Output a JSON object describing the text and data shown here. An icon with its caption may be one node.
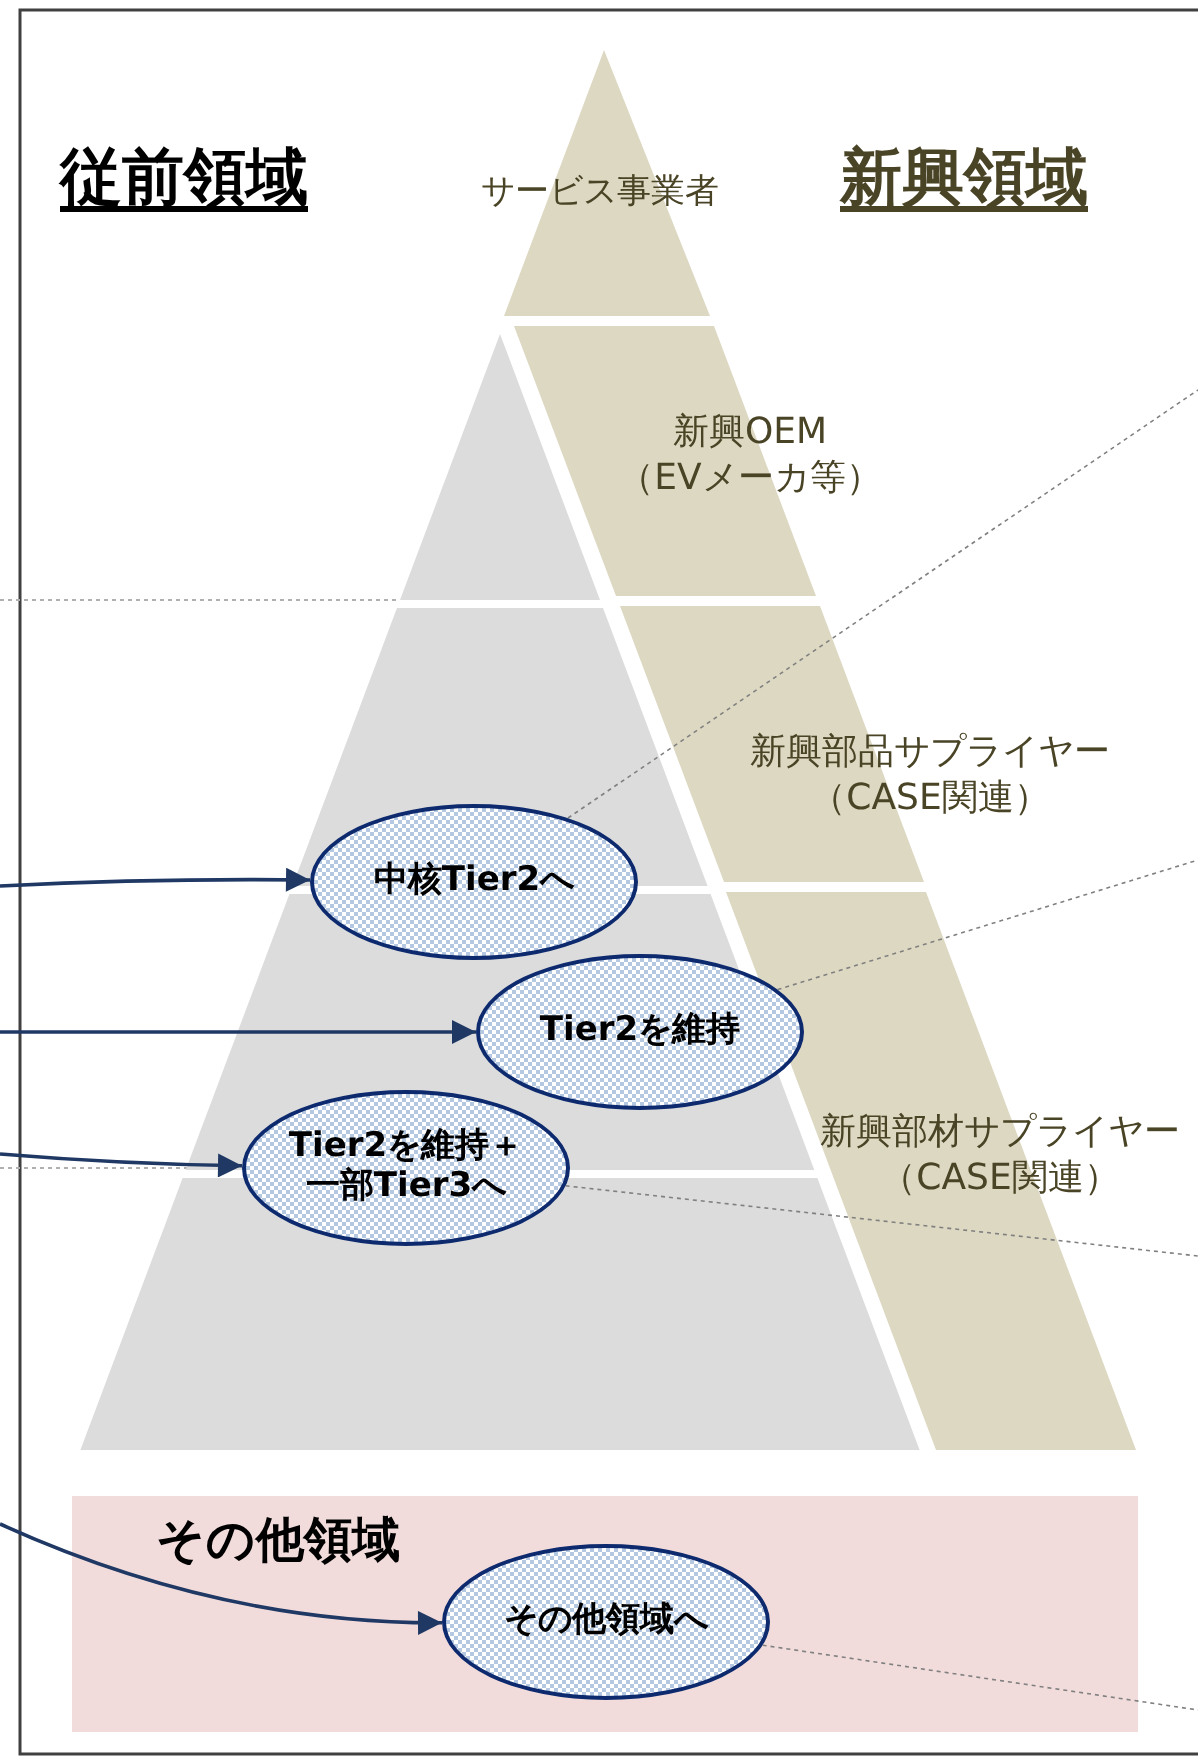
{
  "diagram": {
    "nodes": [
      {
        "text": [
          "サービス事業者"
        ]
      },
      {
        "text": [
          "新興OEM（EVメーカ等）"
        ]
      },
      {
        "text": [
          "新興部品サプライヤー（CASE関連）"
        ]
      },
      {
        "text": [
          "新興部材サプライヤー（CASE関連）"
        ]
      },
      {
        "text": [
          "その他領域"
        ]
      },
      {
        "text": [
          "中核Tier2へ"
        ]
      },
      {
        "text": [
          "Tier2を維持"
        ]
      },
      {
        "text": [
          "Tier2を維持＋一部Tier3へ"
        ]
      },
      {
        "text": [
          "その他領域へ"
        ],
        "in": 4
      }
    ],
    "edges": [
      {
        "from": null,
        "to": 5,
        "arrow": "to"
      },
      {
        "from": null,
        "to": 6,
        "arrow": "to"
      },
      {
        "from": null,
        "to": 7,
        "arrow": "to"
      },
      {
        "from": null,
        "to": 8,
        "arrow": "to"
      },
      {
        "from": 5,
        "to": null,
        "arrow": "none",
        "style": "dashed",
        "color": "#808080"
      },
      {
        "from": 6,
        "to": null,
        "arrow": "none",
        "style": "dashed",
        "color": "#808080"
      },
      {
        "from": 7,
        "to": null,
        "arrow": "none",
        "style": "dashed",
        "color": "#808080"
      },
      {
        "from": 8,
        "to": null,
        "arrow": "none",
        "style": "dashed",
        "color": "#808080"
      }
    ],
    "labels": [
      "従前領域",
      "新興領域"
    ]
  }
}
